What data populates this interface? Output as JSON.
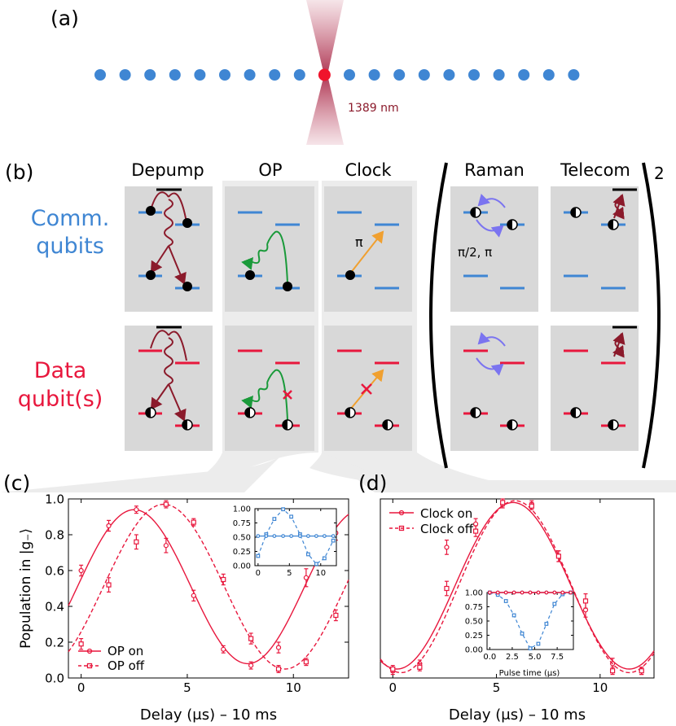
{
  "panel_labels": [
    "(a)",
    "(b)",
    "(c)",
    "(d)"
  ],
  "panel_a": {
    "atom_count": 20,
    "highlighted_index": 9,
    "wavelength_label": "1389 nm",
    "colors": {
      "atom": "#3f86d3",
      "highlight": "#f0142c",
      "beam": "#9e1b3a"
    }
  },
  "panel_b": {
    "columns": [
      "Depump",
      "OP",
      "Clock",
      "Raman",
      "Telecom"
    ],
    "row_labels": {
      "comm": [
        "Comm.",
        "qubits"
      ],
      "data": [
        "Data",
        "qubit(s)"
      ]
    },
    "exponent": "2",
    "pi_label": "π",
    "raman_label": "π/2, π",
    "colors": {
      "comm": "#3f86d3",
      "data": "#e8173d",
      "depump": "#8b1a2b",
      "op": "#1a9a3a",
      "clock": "#f0a030",
      "raman": "#7b74f0",
      "box": "#d8d8d8"
    }
  },
  "panel_c": {
    "ylabel": "Population in |g₋⟩",
    "xlabel": "Delay (μs) – 10 ms",
    "legend": [
      "OP on",
      "OP off"
    ]
  },
  "panel_d": {
    "xlabel": "Delay (μs) – 10 ms",
    "legend": [
      "Clock on",
      "Clock off"
    ],
    "inset_xlabel": "Pulse time (μs)"
  },
  "chart_data": [
    {
      "type": "scatter",
      "panel": "(c)",
      "xlabel": "Delay (μs) – 10 ms",
      "ylabel": "Population in |g₋⟩",
      "xlim": [
        -0.6,
        12.6
      ],
      "ylim": [
        0.0,
        1.0
      ],
      "xticks": [
        0,
        5,
        10
      ],
      "yticks": [
        0.0,
        0.2,
        0.4,
        0.6,
        0.8,
        1.0
      ],
      "legend_position": "bottom-left",
      "series": [
        {
          "name": "OP on",
          "style": "solid",
          "marker": "circle",
          "x": [
            0,
            1.3,
            2.6,
            4.0,
            5.3,
            6.7,
            8.0,
            9.3,
            10.6,
            12.0
          ],
          "y": [
            0.6,
            0.85,
            0.94,
            0.74,
            0.46,
            0.16,
            0.07,
            0.17,
            0.56,
            0.81
          ],
          "err": [
            0.03,
            0.03,
            0.02,
            0.04,
            0.03,
            0.02,
            0.02,
            0.03,
            0.05,
            0.04
          ],
          "fit": {
            "amplitude": 0.43,
            "offset": 0.51,
            "period": 10.7,
            "peak_x": 2.5
          }
        },
        {
          "name": "OP off",
          "style": "dashed",
          "marker": "square",
          "x": [
            0,
            1.3,
            2.6,
            4.0,
            5.3,
            6.7,
            8.0,
            9.3,
            10.6,
            12.0
          ],
          "y": [
            0.19,
            0.52,
            0.76,
            0.97,
            0.87,
            0.55,
            0.22,
            0.05,
            0.09,
            0.35
          ],
          "err": [
            0.03,
            0.04,
            0.04,
            0.02,
            0.02,
            0.03,
            0.03,
            0.02,
            0.02,
            0.03
          ],
          "fit": {
            "amplitude": 0.46,
            "offset": 0.51,
            "period": 11.4,
            "peak_x": 3.9
          }
        }
      ]
    },
    {
      "type": "scatter",
      "panel": "(c) inset",
      "xlim": [
        -0.5,
        12.5
      ],
      "ylim": [
        0.0,
        1.0
      ],
      "xticks": [
        0,
        5,
        10
      ],
      "yticks": [
        0.0,
        0.25,
        0.5,
        0.75,
        1.0
      ],
      "series": [
        {
          "name": "",
          "style": "dashed",
          "marker": "square",
          "x": [
            0,
            1.3,
            2.6,
            4.0,
            5.3,
            6.7,
            8.0,
            9.3,
            10.6,
            12.0
          ],
          "y": [
            0.17,
            0.55,
            0.82,
            0.99,
            0.86,
            0.55,
            0.2,
            0.03,
            0.13,
            0.44
          ]
        },
        {
          "name": "",
          "style": "solid",
          "marker": "circle",
          "x": [
            0,
            1.3,
            2.6,
            4.0,
            5.3,
            6.7,
            8.0,
            9.3,
            10.6,
            12.0
          ],
          "y": [
            0.52,
            0.52,
            0.52,
            0.52,
            0.52,
            0.52,
            0.52,
            0.52,
            0.52,
            0.52
          ]
        }
      ]
    },
    {
      "type": "scatter",
      "panel": "(d)",
      "xlabel": "Delay (μs) – 10 ms",
      "xlim": [
        -0.6,
        12.6
      ],
      "ylim": [
        0.0,
        1.0
      ],
      "xticks": [
        0,
        5,
        10
      ],
      "legend_position": "top-left",
      "series": [
        {
          "name": "Clock on",
          "style": "solid",
          "marker": "circle",
          "x": [
            0,
            1.3,
            2.6,
            4.0,
            5.3,
            6.7,
            8.0,
            9.3,
            10.6,
            12.0
          ],
          "y": [
            0.04,
            0.08,
            0.73,
            0.86,
            0.97,
            0.97,
            0.68,
            0.38,
            0.08,
            0.04
          ],
          "err": [
            0.02,
            0.02,
            0.04,
            0.03,
            0.02,
            0.02,
            0.03,
            0.04,
            0.03,
            0.02
          ],
          "fit": {
            "amplitude": 0.465,
            "offset": 0.515,
            "period": 11.2,
            "peak_x": 5.8
          }
        },
        {
          "name": "Clock off",
          "style": "dashed",
          "marker": "square",
          "x": [
            0,
            1.3,
            2.6,
            4.0,
            5.3,
            6.7,
            8.0,
            9.3,
            10.6,
            12.0
          ],
          "y": [
            0.05,
            0.06,
            0.5,
            0.82,
            0.98,
            0.96,
            0.68,
            0.43,
            0.04,
            0.04
          ],
          "err": [
            0.02,
            0.02,
            0.04,
            0.03,
            0.02,
            0.02,
            0.03,
            0.04,
            0.02,
            0.02
          ],
          "fit": {
            "amplitude": 0.48,
            "offset": 0.51,
            "period": 11.0,
            "peak_x": 5.9
          }
        }
      ]
    },
    {
      "type": "scatter",
      "panel": "(d) inset",
      "xlabel": "Pulse time (μs)",
      "xlim": [
        -0.3,
        9.3
      ],
      "ylim": [
        0.0,
        1.0
      ],
      "xticks": [
        0.0,
        2.5,
        5.0,
        7.5
      ],
      "yticks": [
        0.0,
        0.25,
        0.5,
        0.75,
        1.0
      ],
      "series": [
        {
          "name": "",
          "style": "dashed",
          "marker": "square",
          "x": [
            0,
            0.9,
            1.8,
            2.7,
            3.6,
            4.5,
            5.4,
            6.3,
            7.2,
            8.1,
            9.0
          ],
          "y": [
            1.0,
            0.96,
            0.85,
            0.6,
            0.28,
            0.02,
            0.1,
            0.45,
            0.8,
            0.97,
            1.0
          ]
        },
        {
          "name": "",
          "style": "solid",
          "marker": "circle",
          "x": [
            0,
            0.9,
            1.8,
            2.7,
            3.6,
            4.5,
            5.4,
            6.3,
            7.2,
            8.1,
            9.0
          ],
          "y": [
            1.0,
            1.0,
            1.0,
            1.0,
            1.0,
            1.0,
            1.0,
            1.0,
            1.0,
            1.0,
            1.0
          ]
        }
      ]
    }
  ]
}
